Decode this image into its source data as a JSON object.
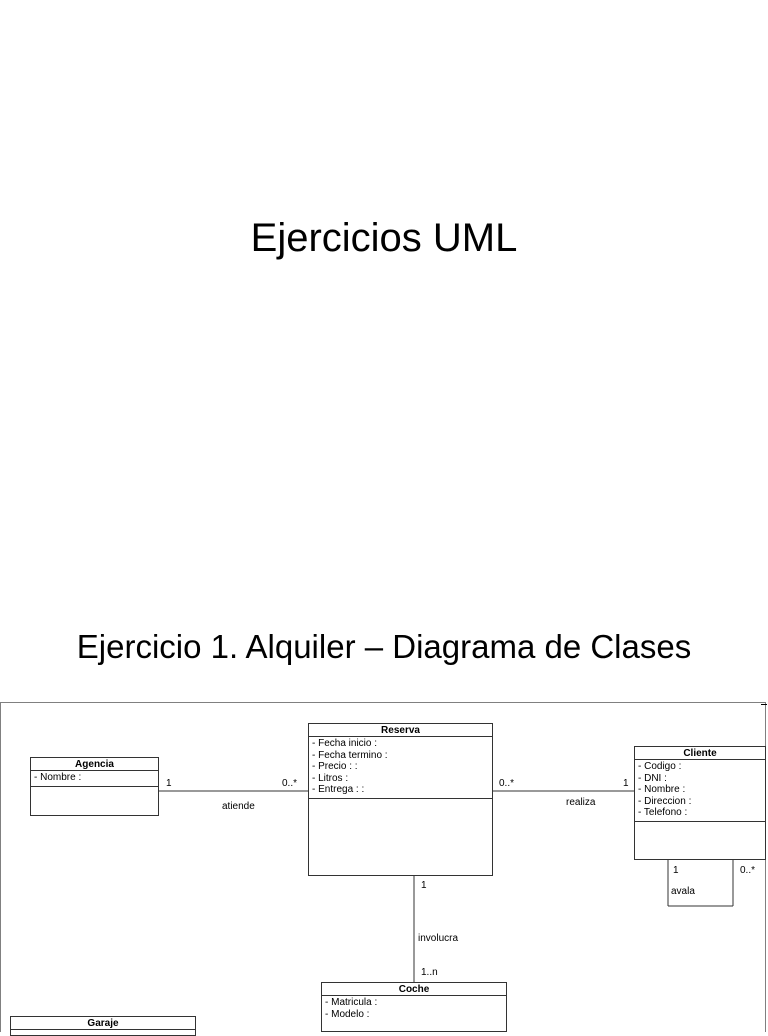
{
  "slide": {
    "title": "Ejercicios UML",
    "subtitle": "Ejercicio 1. Alquiler – Diagrama de Clases"
  },
  "classes": {
    "agencia": {
      "name": "Agencia",
      "attrs": [
        "- Nombre :"
      ]
    },
    "reserva": {
      "name": "Reserva",
      "attrs": [
        "- Fecha inicio :",
        "- Fecha termino :",
        "- Precio : :",
        "- Litros :",
        "- Entrega : :"
      ]
    },
    "cliente": {
      "name": "Cliente",
      "attrs": [
        "- Codigo :",
        "- DNI :",
        "- Nombre :",
        "- Direccion :",
        "- Telefono :"
      ]
    },
    "coche": {
      "name": "Coche",
      "attrs": [
        "- Matricula :",
        "- Modelo :"
      ]
    },
    "garaje": {
      "name": "Garaje"
    }
  },
  "associations": {
    "atiende": {
      "label": "atiende",
      "mult_agencia": "1",
      "mult_reserva": "0..*"
    },
    "realiza": {
      "label": "realiza",
      "mult_reserva": "0..*",
      "mult_cliente": "1"
    },
    "involucra": {
      "label": "involucra",
      "mult_reserva": "1",
      "mult_coche": "1..n"
    },
    "avala": {
      "label": "avala",
      "mult_left": "1",
      "mult_right": "0..*"
    }
  },
  "colors": {
    "line": "#333333",
    "frame": "#808080"
  }
}
